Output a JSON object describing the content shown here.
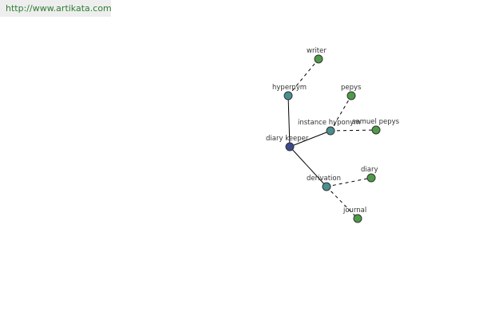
{
  "source": {
    "url_text": "http://www.artikata.com"
  },
  "graph": {
    "colors": {
      "center": "#3b4a8c",
      "relation": "#4a8f8f",
      "leaf": "#4f9a48",
      "node_stroke": "#333333",
      "edge": "#000000"
    },
    "nodes": [
      {
        "id": "diary-keeper",
        "label": "diary keeper",
        "kind": "center"
      },
      {
        "id": "hypernym",
        "label": "hypernym",
        "kind": "relation"
      },
      {
        "id": "instance-hyponym",
        "label": "instance hyponym",
        "kind": "relation"
      },
      {
        "id": "derivation",
        "label": "derivation",
        "kind": "relation"
      },
      {
        "id": "writer",
        "label": "writer",
        "kind": "leaf"
      },
      {
        "id": "pepys",
        "label": "pepys",
        "kind": "leaf"
      },
      {
        "id": "samuel-pepys",
        "label": "samuel pepys",
        "kind": "leaf"
      },
      {
        "id": "diary",
        "label": "diary",
        "kind": "leaf"
      },
      {
        "id": "journal",
        "label": "journal",
        "kind": "leaf"
      }
    ],
    "edges": [
      {
        "from": "diary-keeper",
        "to": "hypernym",
        "style": "solid"
      },
      {
        "from": "diary-keeper",
        "to": "instance-hyponym",
        "style": "solid"
      },
      {
        "from": "diary-keeper",
        "to": "derivation",
        "style": "solid"
      },
      {
        "from": "hypernym",
        "to": "writer",
        "style": "dashed"
      },
      {
        "from": "instance-hyponym",
        "to": "pepys",
        "style": "dashed"
      },
      {
        "from": "instance-hyponym",
        "to": "samuel-pepys",
        "style": "dashed"
      },
      {
        "from": "derivation",
        "to": "diary",
        "style": "dashed"
      },
      {
        "from": "derivation",
        "to": "journal",
        "style": "dashed"
      }
    ]
  }
}
